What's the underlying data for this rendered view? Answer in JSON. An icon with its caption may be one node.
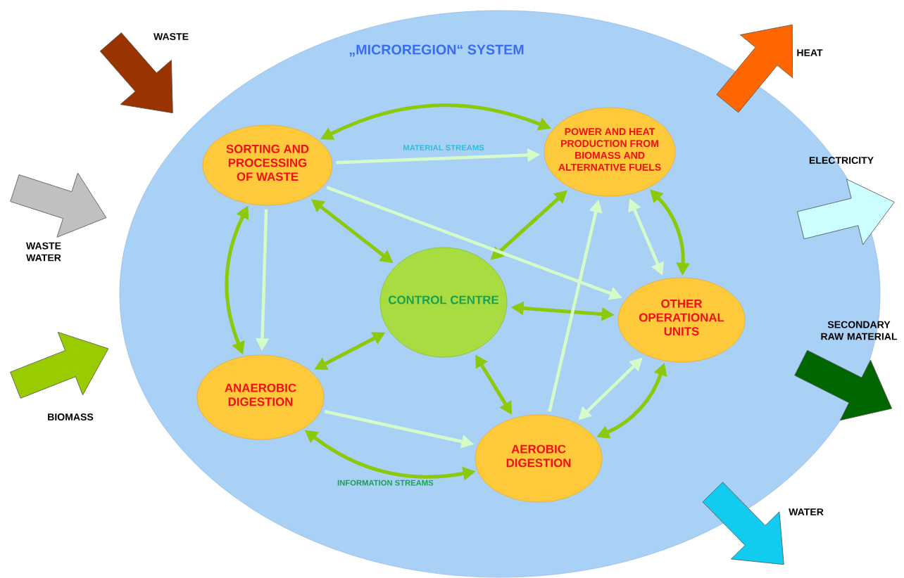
{
  "diagram": {
    "nodes": [
      {
        "text": [
          "„MICROREGION“ SYSTEM"
        ]
      },
      {
        "text": [
          "SORTING AND PROCESSING OF WASTE"
        ],
        "in": 0
      },
      {
        "text": [
          "POWER AND HEAT PRODUCTION FROM BIOMASS AND ALTERNATIVE FUELS"
        ],
        "in": 0
      },
      {
        "text": [
          "CONTROL CENTRE"
        ],
        "in": 0
      },
      {
        "text": [
          "OTHER OPERATIONAL UNITS"
        ],
        "in": 0
      },
      {
        "text": [
          "ANAEROBIC DIGESTION"
        ],
        "in": 0
      },
      {
        "text": [
          "AEROBIC DIGESTION"
        ],
        "in": 0
      }
    ],
    "edges": [
      {
        "from": 1,
        "to": 2,
        "arrow": "both",
        "color": "#8cc90a"
      },
      {
        "from": 2,
        "to": 4,
        "arrow": "both",
        "color": "#8cc90a"
      },
      {
        "from": 4,
        "to": 6,
        "arrow": "both",
        "color": "#8cc90a"
      },
      {
        "from": 6,
        "to": 5,
        "arrow": "both",
        "label": "INFORMATION STREAMS",
        "color": "#8cc90a"
      },
      {
        "from": 5,
        "to": 1,
        "arrow": "both",
        "color": "#8cc90a"
      },
      {
        "from": 1,
        "to": 3,
        "arrow": "both",
        "color": "#8cc90a"
      },
      {
        "from": 2,
        "to": 3,
        "arrow": "both",
        "color": "#8cc90a"
      },
      {
        "from": 3,
        "to": 4,
        "arrow": "both",
        "color": "#8cc90a"
      },
      {
        "from": 3,
        "to": 5,
        "arrow": "both",
        "color": "#8cc90a"
      },
      {
        "from": 3,
        "to": 6,
        "arrow": "both",
        "color": "#8cc90a"
      },
      {
        "from": 1,
        "to": 2,
        "arrow": "to",
        "label": "MATERIAL STREAMS",
        "color": "#d4fbc8"
      },
      {
        "from": 1,
        "to": 4,
        "arrow": "to",
        "color": "#d4fbc8"
      },
      {
        "from": 1,
        "to": 5,
        "arrow": "to",
        "color": "#d4fbc8"
      },
      {
        "from": 5,
        "to": 6,
        "arrow": "to",
        "color": "#d4fbc8"
      },
      {
        "from": 6,
        "to": 2,
        "arrow": "to",
        "color": "#d4fbc8"
      },
      {
        "from": 2,
        "to": 4,
        "arrow": "both",
        "color": "#d4fbc8"
      },
      {
        "from": 6,
        "to": 4,
        "arrow": "both",
        "color": "#d4fbc8"
      },
      {
        "from": null,
        "to": 0,
        "arrow": "to",
        "label": "WASTE",
        "style": "thick",
        "color": "#993300"
      },
      {
        "from": null,
        "to": 0,
        "arrow": "to",
        "label": "WASTE WATER",
        "style": "thick",
        "color": "#c0c0c0"
      },
      {
        "from": null,
        "to": 0,
        "arrow": "to",
        "label": "BIOMASS",
        "style": "thick",
        "color": "#99cc00"
      },
      {
        "from": 0,
        "to": null,
        "arrow": "to",
        "label": "HEAT",
        "style": "thick",
        "color": "#ff6600"
      },
      {
        "from": 0,
        "to": null,
        "arrow": "to",
        "label": "ELECTRICITY",
        "style": "thick",
        "color": "#ccffff"
      },
      {
        "from": 0,
        "to": null,
        "arrow": "to",
        "label": "SECONDARY RAW MATERIAL",
        "style": "thick",
        "color": "#006600"
      },
      {
        "from": 0,
        "to": null,
        "arrow": "to",
        "label": "WATER",
        "style": "thick",
        "color": "#11ccee"
      }
    ]
  }
}
